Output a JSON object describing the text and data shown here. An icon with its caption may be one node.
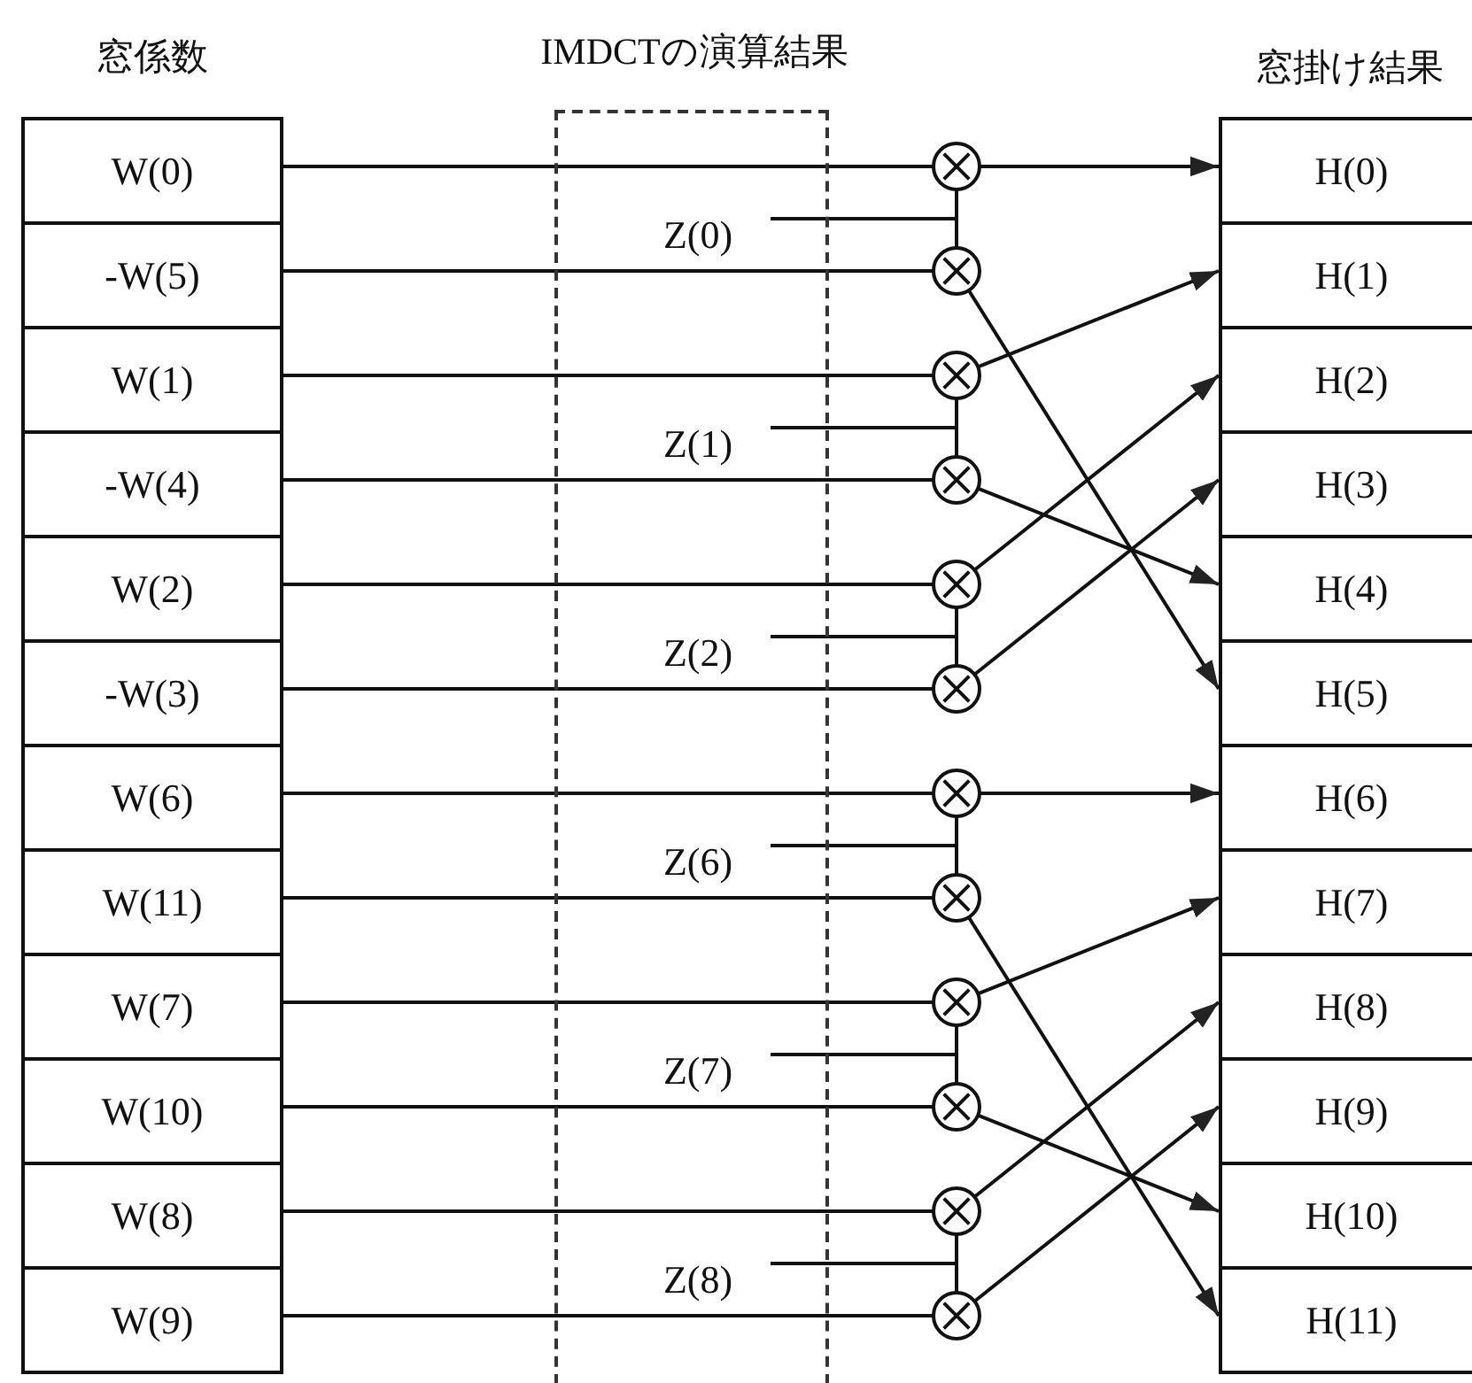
{
  "diagram": {
    "nodes": [
      {
        "text": [
          "W(0)"
        ]
      },
      {
        "text": [
          "-W(5)"
        ]
      },
      {
        "text": [
          "W(1)"
        ]
      },
      {
        "text": [
          "-W(4)"
        ]
      },
      {
        "text": [
          "W(2)"
        ]
      },
      {
        "text": [
          "-W(3)"
        ]
      },
      {
        "text": [
          "W(6)"
        ]
      },
      {
        "text": [
          "W(11)"
        ]
      },
      {
        "text": [
          "W(7)"
        ]
      },
      {
        "text": [
          "W(10)"
        ]
      },
      {
        "text": [
          "W(8)"
        ]
      },
      {
        "text": [
          "W(9)"
        ]
      },
      {
        "text": [],
        "shape": "box"
      },
      {
        "text": [
          "Z(0)"
        ],
        "in": 12
      },
      {
        "text": [
          "Z(1)"
        ],
        "in": 12
      },
      {
        "text": [
          "Z(2)"
        ],
        "in": 12
      },
      {
        "text": [
          "Z(6)"
        ],
        "in": 12
      },
      {
        "text": [
          "Z(7)"
        ],
        "in": 12
      },
      {
        "text": [
          "Z(8)"
        ],
        "in": 12
      },
      {
        "text": [],
        "shape": "circle"
      },
      {
        "text": [],
        "shape": "circle"
      },
      {
        "text": [],
        "shape": "circle"
      },
      {
        "text": [],
        "shape": "circle"
      },
      {
        "text": [],
        "shape": "circle"
      },
      {
        "text": [],
        "shape": "circle"
      },
      {
        "text": [],
        "shape": "circle"
      },
      {
        "text": [],
        "shape": "circle"
      },
      {
        "text": [],
        "shape": "circle"
      },
      {
        "text": [],
        "shape": "circle"
      },
      {
        "text": [],
        "shape": "circle"
      },
      {
        "text": [],
        "shape": "circle"
      },
      {
        "text": [
          "H(0)"
        ]
      },
      {
        "text": [
          "H(1)"
        ]
      },
      {
        "text": [
          "H(2)"
        ]
      },
      {
        "text": [
          "H(3)"
        ]
      },
      {
        "text": [
          "H(4)"
        ]
      },
      {
        "text": [
          "H(5)"
        ]
      },
      {
        "text": [
          "H(6)"
        ]
      },
      {
        "text": [
          "H(7)"
        ]
      },
      {
        "text": [
          "H(8)"
        ]
      },
      {
        "text": [
          "H(9)"
        ]
      },
      {
        "text": [
          "H(10)"
        ]
      },
      {
        "text": [
          "H(11)"
        ]
      }
    ],
    "edges": [
      {
        "from": 0,
        "to": 19,
        "arrow": "none"
      },
      {
        "from": 1,
        "to": 20,
        "arrow": "none"
      },
      {
        "from": 2,
        "to": 21,
        "arrow": "none"
      },
      {
        "from": 3,
        "to": 22,
        "arrow": "none"
      },
      {
        "from": 4,
        "to": 23,
        "arrow": "none"
      },
      {
        "from": 5,
        "to": 24,
        "arrow": "none"
      },
      {
        "from": 6,
        "to": 25,
        "arrow": "none"
      },
      {
        "from": 7,
        "to": 26,
        "arrow": "none"
      },
      {
        "from": 8,
        "to": 27,
        "arrow": "none"
      },
      {
        "from": 9,
        "to": 28,
        "arrow": "none"
      },
      {
        "from": 10,
        "to": 29,
        "arrow": "none"
      },
      {
        "from": 11,
        "to": 30,
        "arrow": "none"
      },
      {
        "from": 13,
        "to": 19,
        "arrow": "none"
      },
      {
        "from": 13,
        "to": 20,
        "arrow": "none"
      },
      {
        "from": 14,
        "to": 21,
        "arrow": "none"
      },
      {
        "from": 14,
        "to": 22,
        "arrow": "none"
      },
      {
        "from": 15,
        "to": 23,
        "arrow": "none"
      },
      {
        "from": 15,
        "to": 24,
        "arrow": "none"
      },
      {
        "from": 16,
        "to": 25,
        "arrow": "none"
      },
      {
        "from": 16,
        "to": 26,
        "arrow": "none"
      },
      {
        "from": 17,
        "to": 27,
        "arrow": "none"
      },
      {
        "from": 17,
        "to": 28,
        "arrow": "none"
      },
      {
        "from": 18,
        "to": 29,
        "arrow": "none"
      },
      {
        "from": 18,
        "to": 30,
        "arrow": "none"
      },
      {
        "from": 19,
        "to": 31,
        "arrow": "to"
      },
      {
        "from": 20,
        "to": 36,
        "arrow": "to"
      },
      {
        "from": 21,
        "to": 32,
        "arrow": "to"
      },
      {
        "from": 22,
        "to": 35,
        "arrow": "to"
      },
      {
        "from": 23,
        "to": 33,
        "arrow": "to"
      },
      {
        "from": 24,
        "to": 34,
        "arrow": "to"
      },
      {
        "from": 25,
        "to": 37,
        "arrow": "to"
      },
      {
        "from": 26,
        "to": 42,
        "arrow": "to"
      },
      {
        "from": 27,
        "to": 38,
        "arrow": "to"
      },
      {
        "from": 28,
        "to": 41,
        "arrow": "to"
      },
      {
        "from": 29,
        "to": 39,
        "arrow": "to"
      },
      {
        "from": 30,
        "to": 40,
        "arrow": "to"
      }
    ],
    "labels": [
      "窓係数",
      "IMDCTの演算結果",
      "窓掛け結果"
    ]
  }
}
